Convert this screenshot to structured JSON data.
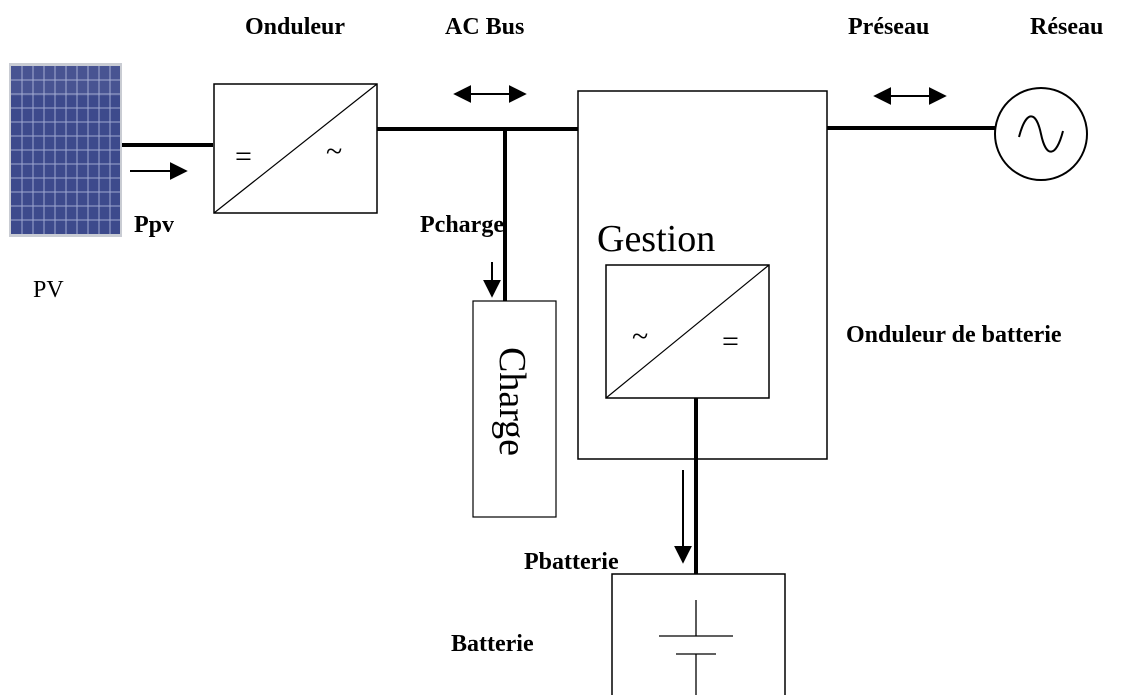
{
  "labels": {
    "onduleur": "Onduleur",
    "ac_bus": "AC Bus",
    "preseau": "Préseau",
    "reseau": "Réseau",
    "ppv": "Ppv",
    "pv": "PV",
    "pcharge": "Pcharge",
    "gestion": "Gestion",
    "onduleur_batterie": "Onduleur de batterie",
    "charge": "Charge",
    "pbatterie": "Pbatterie",
    "batterie": "Batterie"
  },
  "symbols": {
    "dc": "=",
    "ac": "~"
  },
  "colors": {
    "line": "#000000",
    "panel_frame": "#c9ccd3",
    "panel_cell": "#3d4a8c",
    "panel_grid": "#aab3d9"
  },
  "icons": [
    "solar-panel-icon",
    "ac-source-icon",
    "battery-cell-icon"
  ]
}
